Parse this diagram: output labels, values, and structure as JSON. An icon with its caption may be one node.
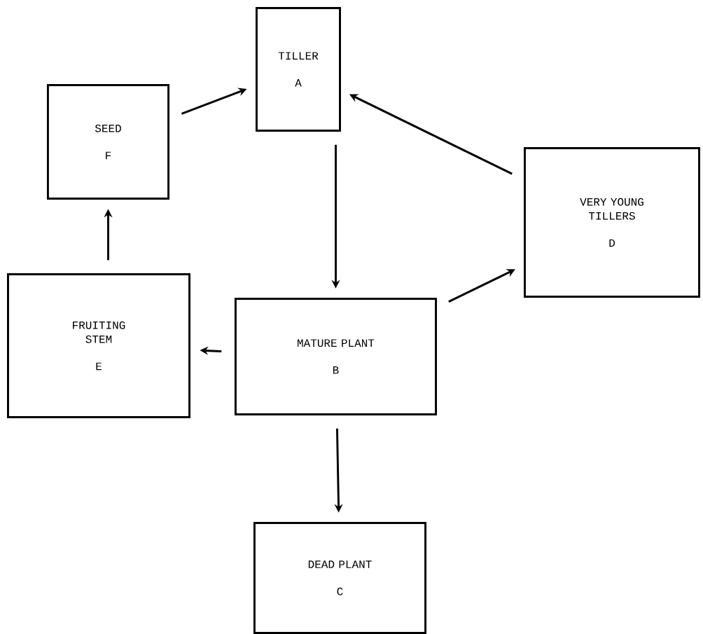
{
  "diagram": {
    "nodes": [
      {
        "text": [
          "TILLER",
          "A"
        ]
      },
      {
        "text": [
          "SEED",
          "F"
        ]
      },
      {
        "text": [
          "VERY YOUNG TILLERS",
          "D"
        ]
      },
      {
        "text": [
          "FRUITING STEM",
          "E"
        ]
      },
      {
        "text": [
          "MATURE PLANT",
          "B"
        ]
      },
      {
        "text": [
          "DEAD PLANT",
          "C"
        ]
      }
    ],
    "edges": [
      {
        "from": 1,
        "to": 0,
        "arrow": "to"
      },
      {
        "from": 2,
        "to": 0,
        "arrow": "to"
      },
      {
        "from": 0,
        "to": 4,
        "arrow": "to"
      },
      {
        "from": 4,
        "to": 2,
        "arrow": "to"
      },
      {
        "from": 4,
        "to": 3,
        "arrow": "to"
      },
      {
        "from": 3,
        "to": 1,
        "arrow": "to"
      },
      {
        "from": 4,
        "to": 5,
        "arrow": "to"
      }
    ]
  }
}
